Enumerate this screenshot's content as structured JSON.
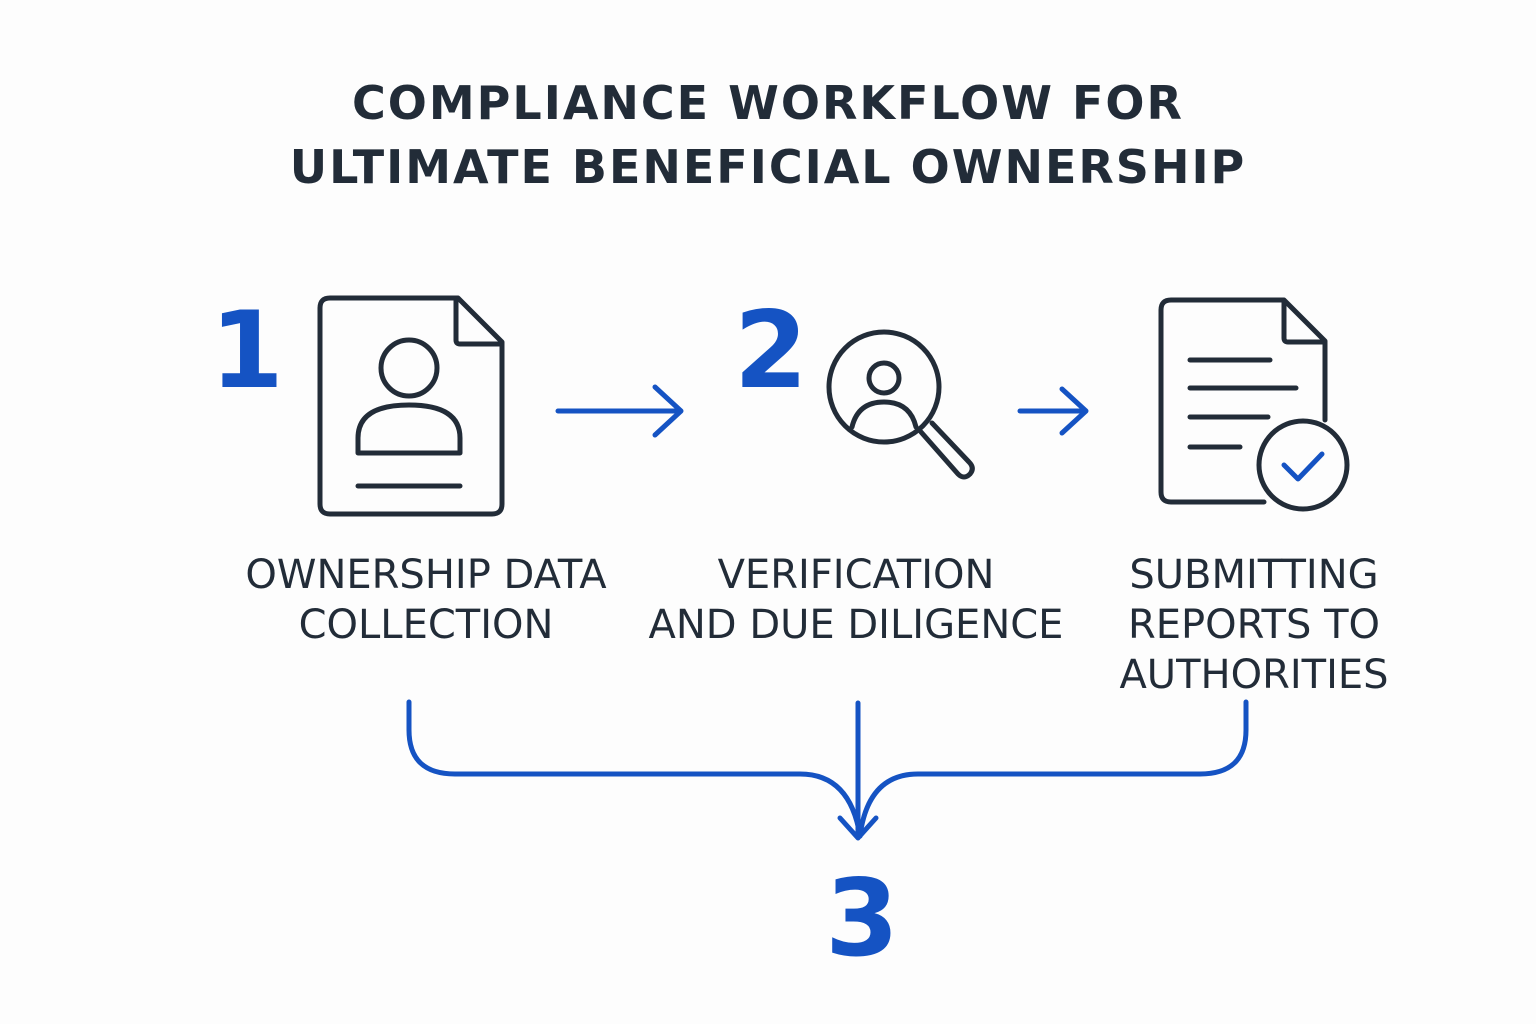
{
  "title": {
    "line1": "COMPLIANCE WORKFLOW FOR",
    "line2": "ULTIMATE BENEFICIAL OWNERSHIP"
  },
  "steps": [
    {
      "number": "1",
      "label": "OWNERSHIP DATA\nCOLLECTION",
      "icon": "person-document-icon"
    },
    {
      "number": "2",
      "label": "VERIFICATION\nAND DUE DILIGENCE",
      "icon": "person-magnifier-icon"
    },
    {
      "label": "SUBMITTING\nREPORTS TO\nAUTHORITIES",
      "icon": "document-check-icon"
    }
  ],
  "result": {
    "number": "3"
  },
  "colors": {
    "accent": "#1553c3",
    "text": "#222c38",
    "background": "#fdfdfd"
  }
}
